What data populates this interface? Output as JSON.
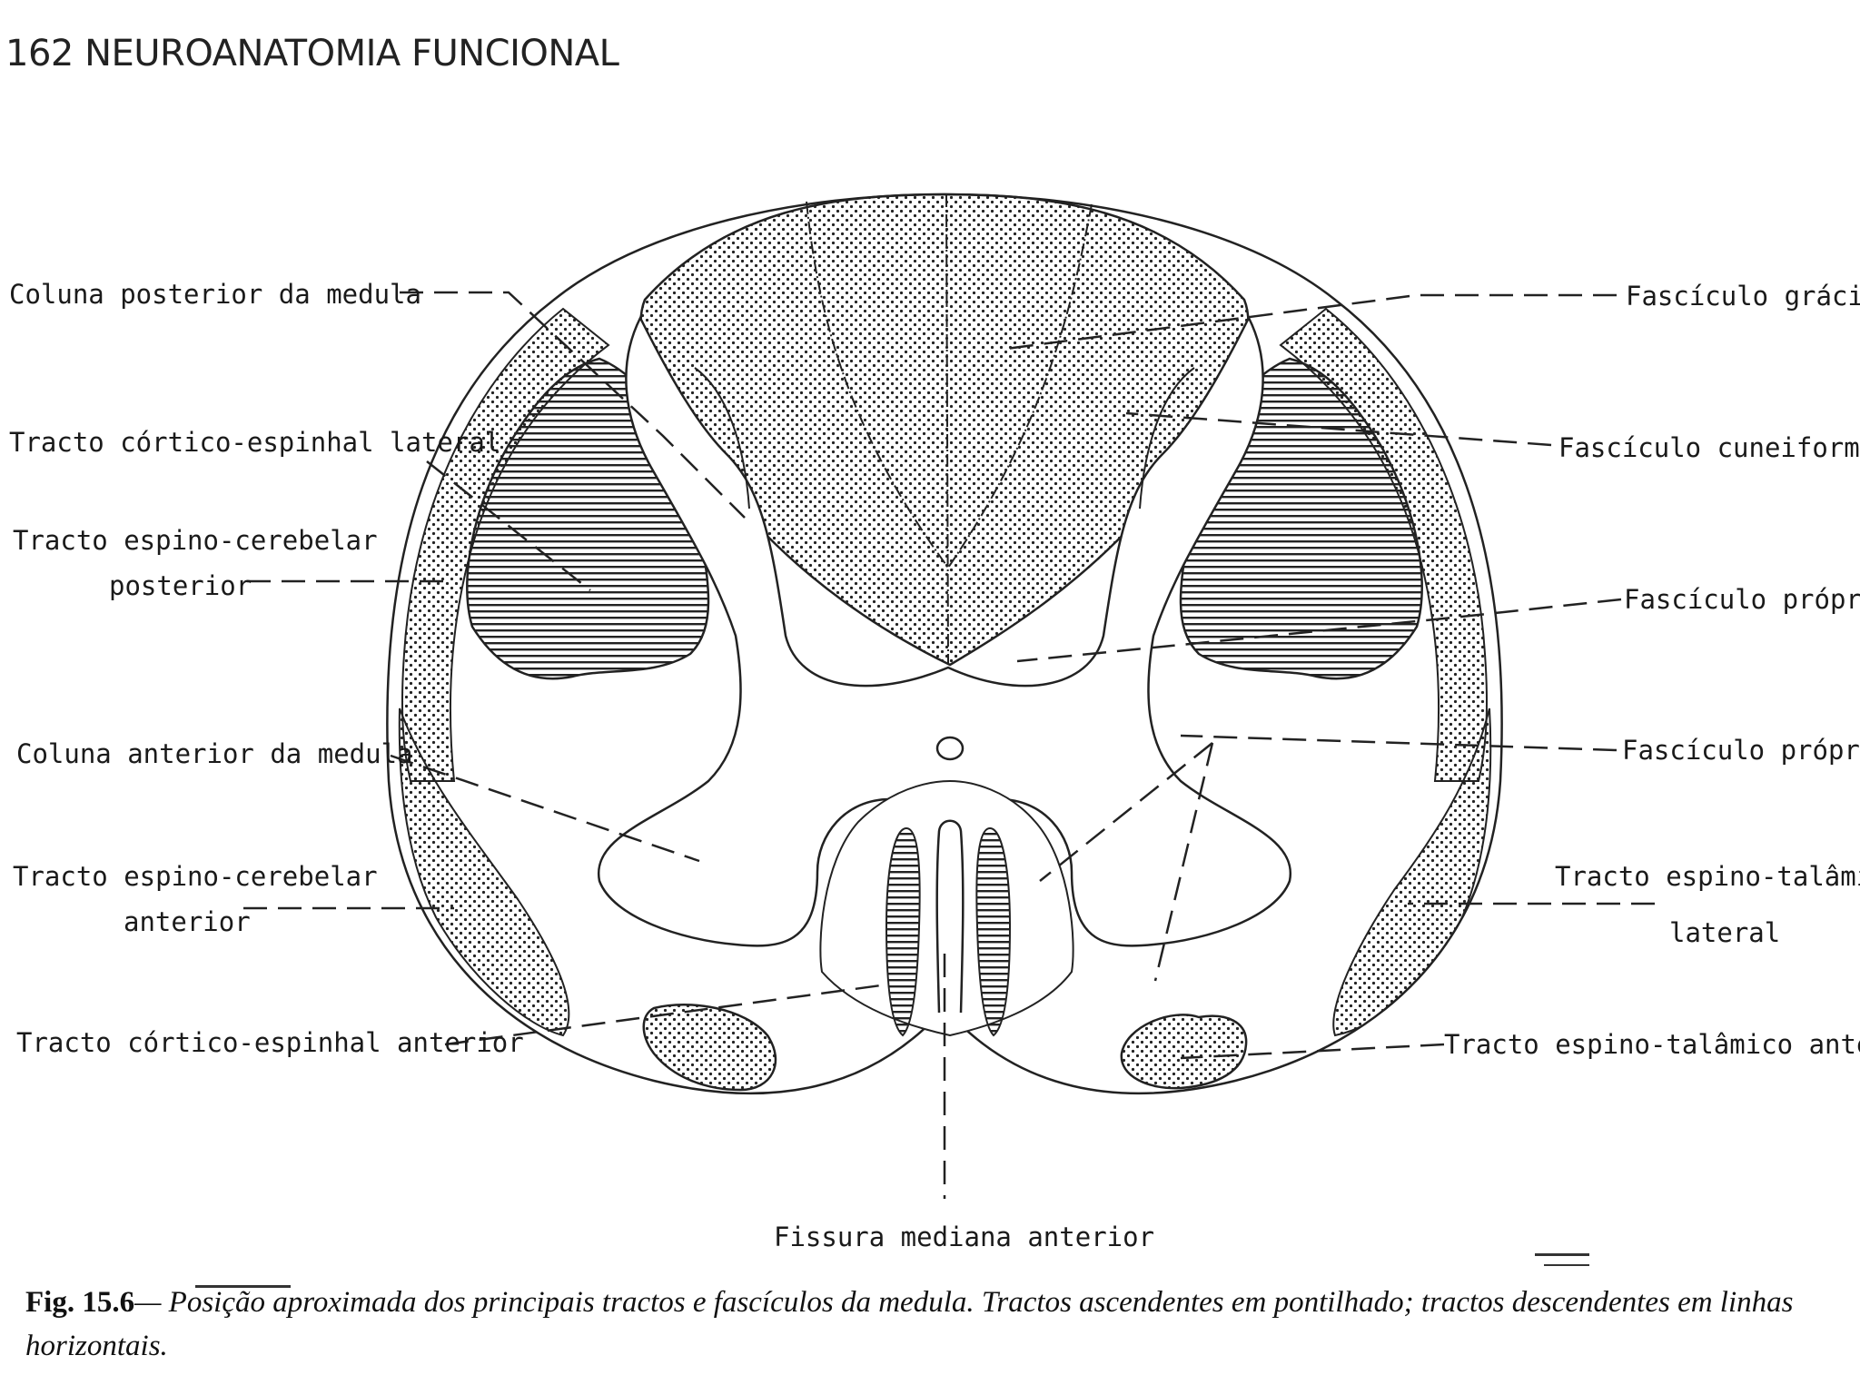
{
  "page_header": "162 NEUROANATOMIA FUNCIONAL",
  "labels": {
    "coluna_posterior": "Coluna posterior da medula",
    "cortico_espinhal_lateral": "Tracto córtico-espinhal lateral",
    "espino_cerebelar_posterior_1": "Tracto espino-cerebelar",
    "espino_cerebelar_posterior_2": "posterior",
    "coluna_anterior": "Coluna anterior da medula",
    "espino_cerebelar_anterior_1": "Tracto espino-cerebelar",
    "espino_cerebelar_anterior_2": "anterior",
    "cortico_espinhal_anterior": "Tracto córtico-espinhal anterior",
    "fasciculo_gracil": "Fascículo grácil",
    "fasciculo_cuneiforme": "Fascículo cuneiforme",
    "fasciculo_proprio_1": "Fascículo próprio",
    "fasciculo_proprio_2": "Fascículo próprio",
    "espino_talamico_lateral_1": "Tracto espino-talâmico",
    "espino_talamico_lateral_2": "lateral",
    "espino_talamico_anterior": "Tracto espino-talâmico anterior",
    "fissura_mediana_anterior": "Fissura mediana anterior"
  },
  "caption": {
    "figure_number": "Fig. 15.6",
    "text": "— Posição aproximada dos principais tractos e fascículos da medula. Tractos ascendentes em pontilhado; tractos descendentes em linhas horizontais."
  }
}
